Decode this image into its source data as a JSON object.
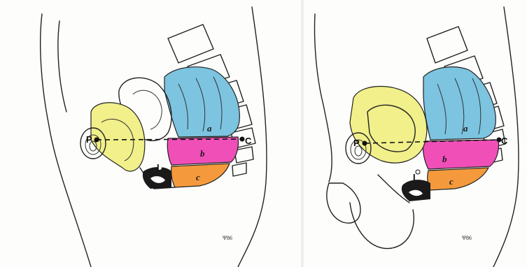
{
  "panels": [
    {
      "id": "female",
      "points": {
        "p": "P",
        "c": "C",
        "i": "I"
      },
      "regions": {
        "a": "a",
        "b": "b",
        "c": "c"
      },
      "signature": "Ψ86"
    },
    {
      "id": "male",
      "points": {
        "p": "P",
        "c": "C",
        "i": "I"
      },
      "regions": {
        "a": "a",
        "b": "b",
        "c": "c"
      },
      "signature": "Ψ86"
    }
  ],
  "colors": {
    "region_a": "#7cc4e0",
    "region_b": "#f04fb8",
    "region_c": "#f59a3c",
    "organ_yellow": "#f1f08a",
    "outline": "#222222",
    "divider": "#e6e6e6"
  }
}
